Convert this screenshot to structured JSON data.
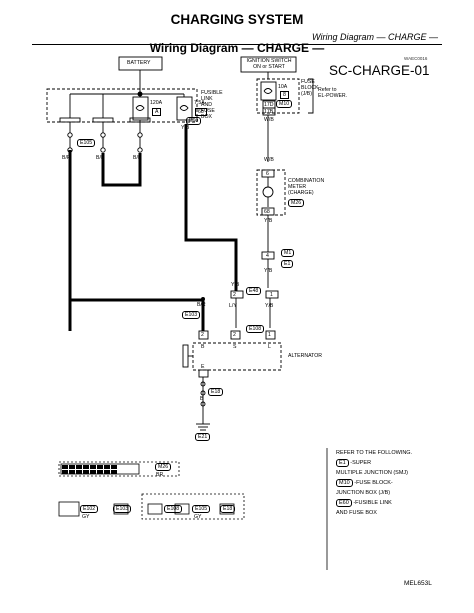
{
  "header": {
    "title": "CHARGING SYSTEM",
    "subtitle": "Wiring Diagram — CHARGE —"
  },
  "diagram": {
    "title": "Wiring Diagram — CHARGE —",
    "code_small": "WAEC0016",
    "code_large": "SC-CHARGE-01",
    "battery": "BATTERY",
    "fusible_link_box": [
      "FUSIBLE",
      "LINK",
      "AND",
      "FUSE",
      "BOX"
    ],
    "ignition_switch": [
      "IGNITION SWITCH",
      "ON or START"
    ],
    "fuse_block": [
      "FUSE",
      "BLOCK",
      "(J/B)"
    ],
    "refer_to": [
      "Refer to",
      "EL-POWER."
    ],
    "combination_meter": [
      "COMBINATION",
      "METER",
      "(CHARGE)"
    ],
    "alternator": "ALTERNATOR",
    "fuse_120": "120A",
    "fuse_120_id": "A",
    "fuse_75": "7.5A",
    "fuse_75_id": "65",
    "fuse_10": "10A",
    "fuse_10_id": "8",
    "conn_e60": "E60",
    "conn_m10": "M10",
    "conn_m26": "M26",
    "conn_e105": "E105",
    "conn_e103": "E103",
    "conn_e48": "E48",
    "conn_e108": "E108",
    "conn_e18": "E18",
    "conn_e21": "E21",
    "conn_m1": "M1",
    "conn_e1": "E1",
    "term_17d": "17D",
    "term_17b": "17B",
    "term_6": "6",
    "term_68": "68",
    "term_4": "4",
    "term_2": "2",
    "term_1": "1",
    "term_b": "B",
    "term_s": "S",
    "term_l": "L",
    "term_e": "E",
    "wire_br": "B/R",
    "wire_yb": "Y/B",
    "wire_wb": "W/B",
    "wire_ly": "L/Y",
    "wire_b": "B"
  },
  "reference": {
    "heading": "REFER TO THE FOLLOWING.",
    "line1_code": "E1",
    "line1_text": "-SUPER",
    "line2": "MULTIPLE JUNCTION (SMJ)",
    "line3_code": "M10",
    "line3_text": "-FUSE BLOCK-",
    "line4": "JUNCTION BOX (J/B)",
    "line5_code": "E60",
    "line5_text": "-FUSIBLE LINK",
    "line6": "AND FUSE BOX"
  },
  "connector_views": {
    "m26_label": "M26",
    "m26_color": "BR",
    "e102": "E102",
    "e102_color": "GY",
    "e103": "E103",
    "e108": "E108",
    "e105": "E105",
    "e105_color": "GY",
    "e18": "E18"
  },
  "footer_code": "MEL653L"
}
